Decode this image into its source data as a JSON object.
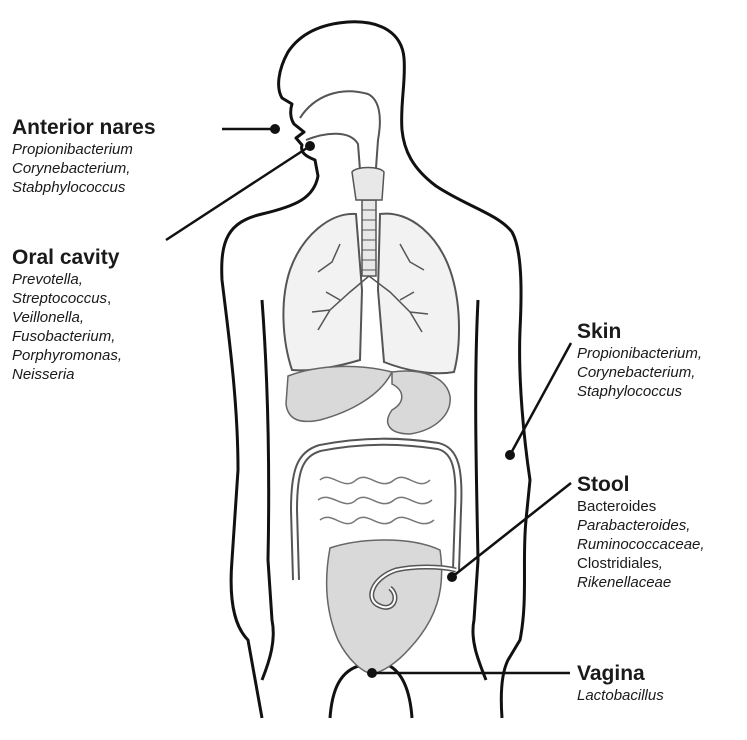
{
  "sites": {
    "anterior_nares": {
      "title": "Anterior nares",
      "organisms": [
        "Propionibacterium",
        "Corynebacterium,",
        "Stabphylococcus"
      ]
    },
    "oral_cavity": {
      "title": "Oral cavity",
      "organisms": [
        "Prevotella,",
        "Streptococcus",
        ",",
        "Veillonella,",
        "Fusobacterium,",
        "Porphyromonas,",
        "Neisseria"
      ]
    },
    "skin": {
      "title": "Skin",
      "organisms": [
        "Propionibacterium,",
        "Corynebacterium,",
        "Staphylococcus"
      ]
    },
    "stool": {
      "title": "Stool",
      "organisms": [
        "Bacteroides",
        "Parabacteroides,",
        "Ruminococcaceae,",
        "Clostridiales",
        ",",
        "Rikenellaceae"
      ]
    },
    "vagina": {
      "title": "Vagina",
      "organisms": [
        "Lactobacillus"
      ]
    }
  },
  "colors": {
    "outline": "#111111",
    "organ_fill": "#d9d9d9",
    "organ_line": "#555555",
    "marker": "#111111"
  }
}
